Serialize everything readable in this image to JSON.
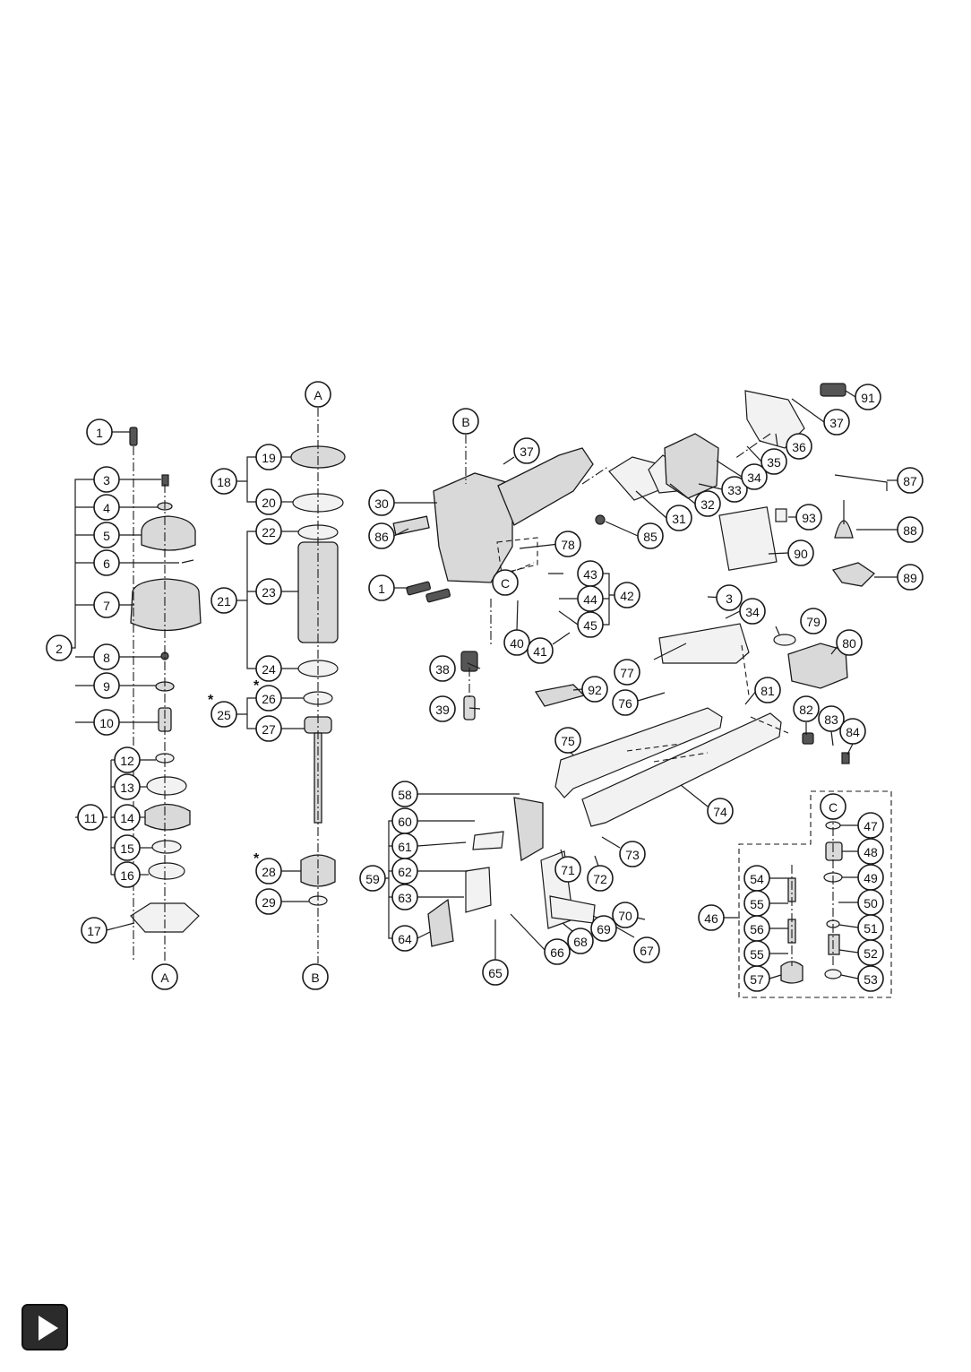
{
  "diagram": {
    "callouts": [
      "1",
      "2",
      "3",
      "4",
      "5",
      "6",
      "7",
      "8",
      "9",
      "10",
      "11",
      "12",
      "13",
      "14",
      "15",
      "16",
      "17",
      "18",
      "19",
      "20",
      "21",
      "22",
      "23",
      "24",
      "25",
      "26",
      "27",
      "28",
      "29",
      "30",
      "31",
      "32",
      "33",
      "34",
      "35",
      "36",
      "37",
      "38",
      "39",
      "40",
      "41",
      "42",
      "43",
      "44",
      "45",
      "46",
      "47",
      "48",
      "49",
      "50",
      "51",
      "52",
      "53",
      "54",
      "55",
      "56",
      "57",
      "58",
      "59",
      "60",
      "61",
      "62",
      "63",
      "64",
      "65",
      "66",
      "67",
      "68",
      "69",
      "70",
      "71",
      "72",
      "73",
      "74",
      "75",
      "76",
      "77",
      "78",
      "79",
      "80",
      "81",
      "82",
      "83",
      "84",
      "85",
      "86",
      "87",
      "88",
      "89",
      "90",
      "91",
      "92",
      "93"
    ],
    "connectors": [
      "A",
      "B",
      "C"
    ],
    "star_mark": "*",
    "colors": {
      "ink": "#1a1a1a",
      "part_fill": "#d9d9d9",
      "dark_fill": "#555555"
    }
  },
  "nav": {
    "play_icon": "play-icon"
  }
}
